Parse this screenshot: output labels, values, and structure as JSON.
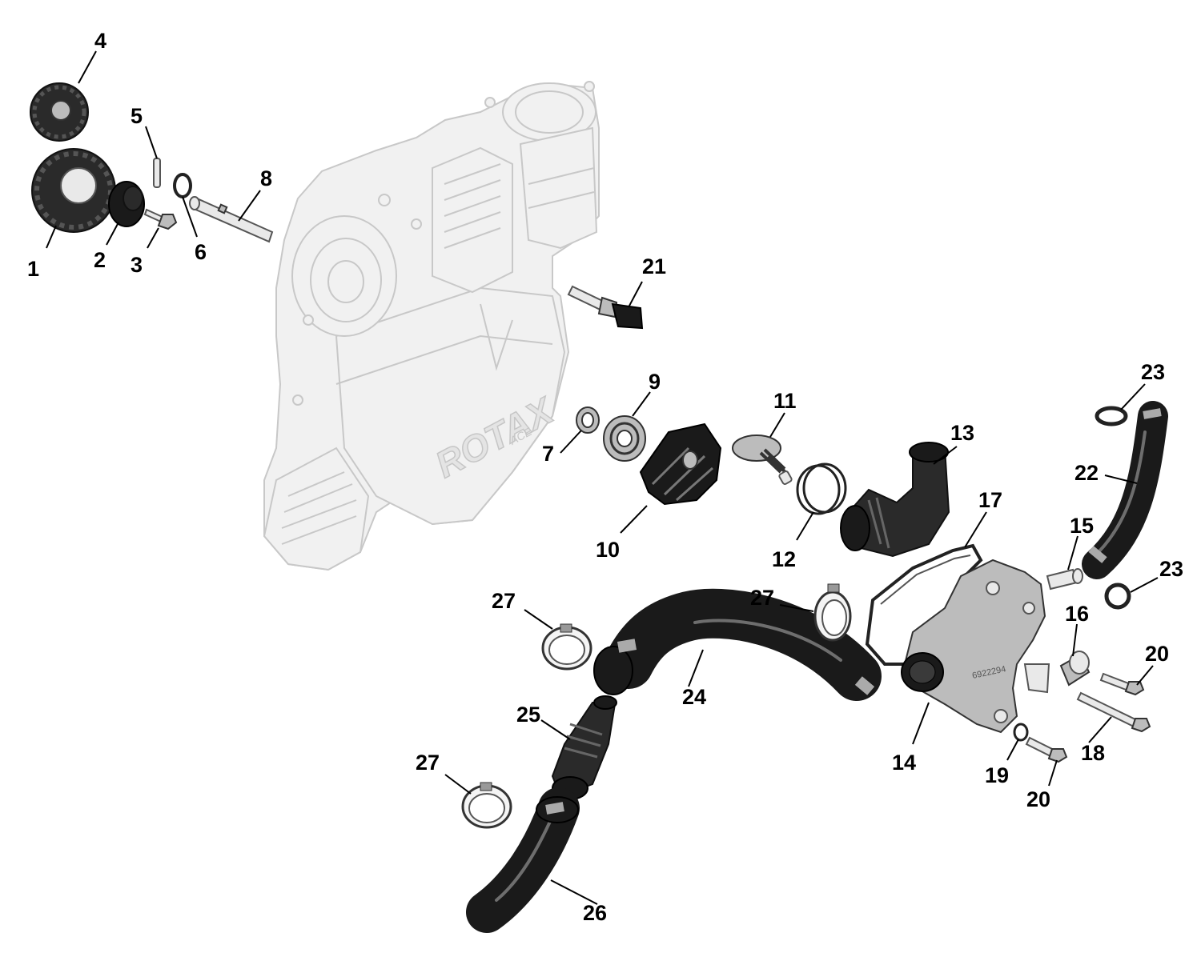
{
  "diagram": {
    "logo_text": "ROTAX",
    "logo_subtext": "ACE",
    "pump_marking": "6922294",
    "callouts": [
      "1",
      "2",
      "3",
      "4",
      "5",
      "6",
      "7",
      "8",
      "9",
      "10",
      "11",
      "12",
      "13",
      "14",
      "15",
      "16",
      "17",
      "18",
      "19",
      "20",
      "20",
      "21",
      "22",
      "23",
      "23",
      "24",
      "25",
      "26",
      "27",
      "27",
      "27"
    ]
  }
}
